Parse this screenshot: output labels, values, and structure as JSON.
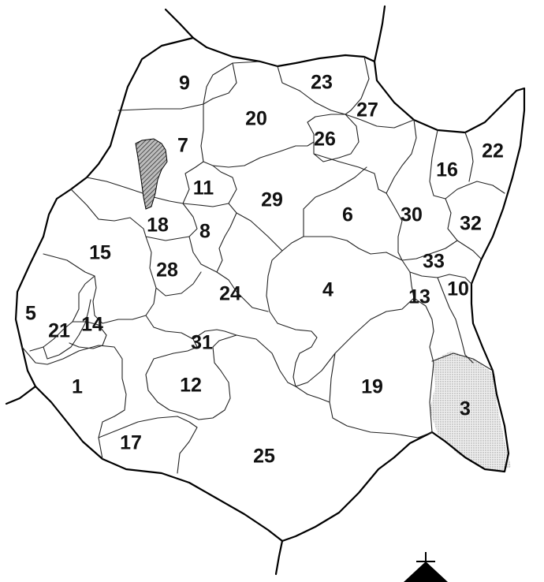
{
  "map": {
    "regions": [
      {
        "id": "1",
        "label": "1"
      },
      {
        "id": "3",
        "label": "3"
      },
      {
        "id": "4",
        "label": "4"
      },
      {
        "id": "5",
        "label": "5"
      },
      {
        "id": "6",
        "label": "6"
      },
      {
        "id": "7",
        "label": "7"
      },
      {
        "id": "8",
        "label": "8"
      },
      {
        "id": "9",
        "label": "9"
      },
      {
        "id": "10",
        "label": "10"
      },
      {
        "id": "11",
        "label": "11"
      },
      {
        "id": "12",
        "label": "12"
      },
      {
        "id": "13",
        "label": "13"
      },
      {
        "id": "14",
        "label": "14"
      },
      {
        "id": "15",
        "label": "15"
      },
      {
        "id": "16",
        "label": "16"
      },
      {
        "id": "17",
        "label": "17"
      },
      {
        "id": "18",
        "label": "18"
      },
      {
        "id": "19",
        "label": "19"
      },
      {
        "id": "20",
        "label": "20"
      },
      {
        "id": "21",
        "label": "21"
      },
      {
        "id": "22",
        "label": "22"
      },
      {
        "id": "23",
        "label": "23"
      },
      {
        "id": "24",
        "label": "24"
      },
      {
        "id": "25",
        "label": "25"
      },
      {
        "id": "26",
        "label": "26"
      },
      {
        "id": "27",
        "label": "27"
      },
      {
        "id": "28",
        "label": "28"
      },
      {
        "id": "29",
        "label": "29"
      },
      {
        "id": "30",
        "label": "30"
      },
      {
        "id": "31",
        "label": "31"
      },
      {
        "id": "32",
        "label": "32"
      },
      {
        "id": "33",
        "label": "33"
      }
    ],
    "colors": {
      "line": "#000000",
      "background": "#ffffff",
      "hatched_area": "#555555",
      "region_3_shading": "#cccccc"
    },
    "icons": [
      "north-arrow-icon"
    ]
  }
}
